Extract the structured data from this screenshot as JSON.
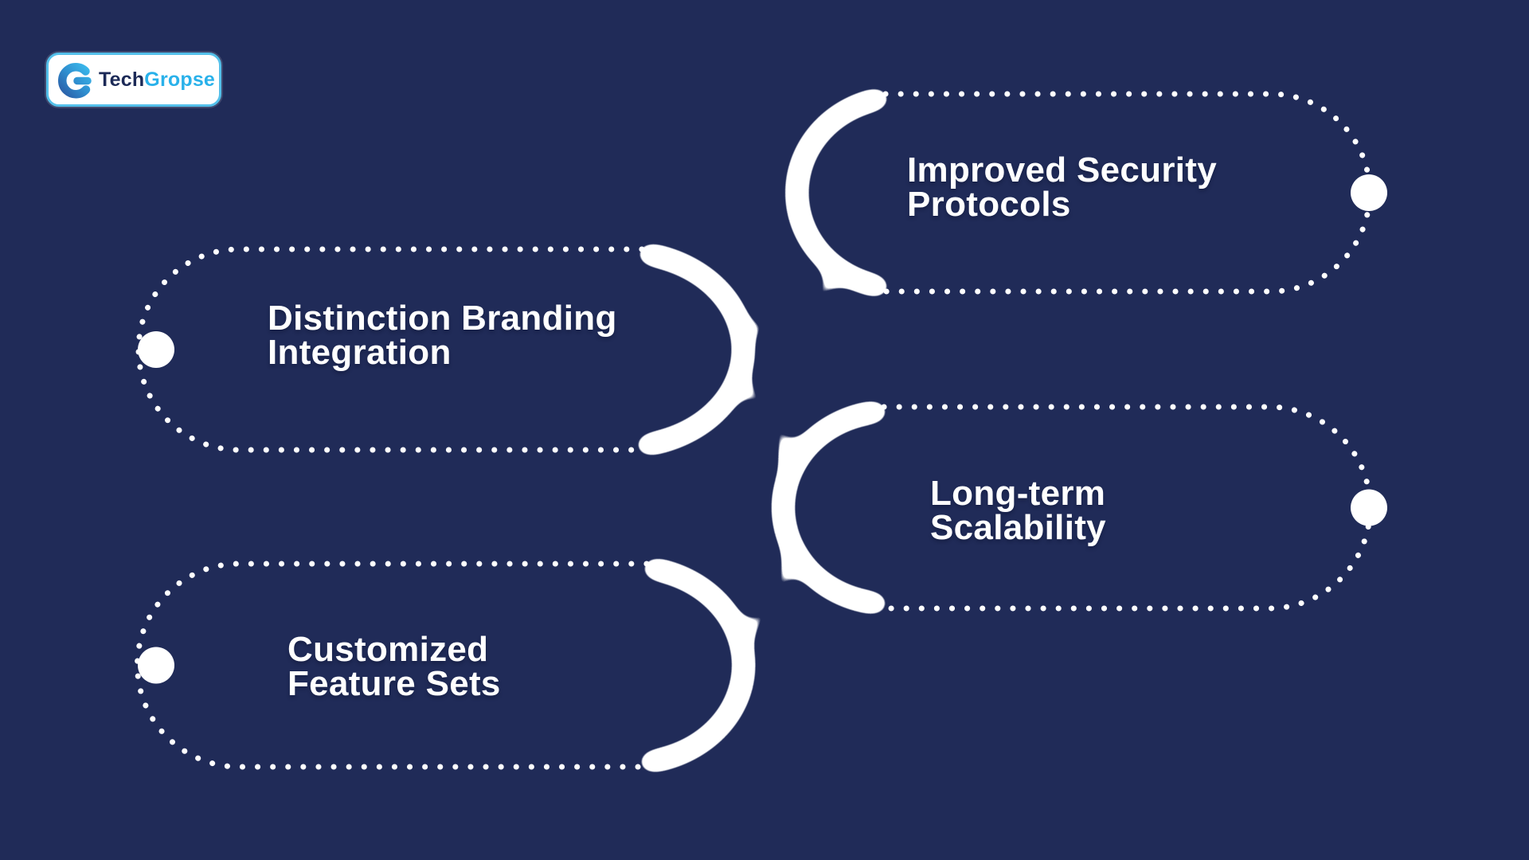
{
  "colors": {
    "background": "#202b58",
    "shape_white": "#ffffff",
    "title_text": "#ffffff",
    "logo_border": "#54c0ea",
    "logo_tech_text": "#1c2a57",
    "logo_gropse_text": "#29b1ea",
    "logo_g_gradient_dark": "#2a55a0",
    "logo_g_gradient_light": "#3cc0f0"
  },
  "logo": {
    "tech": "Tech",
    "gropse": "Gropse"
  },
  "cards": [
    {
      "position": "top-right",
      "title_lines": [
        "Improved Security",
        "Protocols"
      ]
    },
    {
      "position": "middle-left",
      "title_lines": [
        "Distinction Branding",
        "Integration"
      ]
    },
    {
      "position": "middle-right",
      "title_lines": [
        "Long-term",
        "Scalability"
      ]
    },
    {
      "position": "bottom-left",
      "title_lines": [
        "Customized",
        "Feature Sets"
      ]
    }
  ]
}
